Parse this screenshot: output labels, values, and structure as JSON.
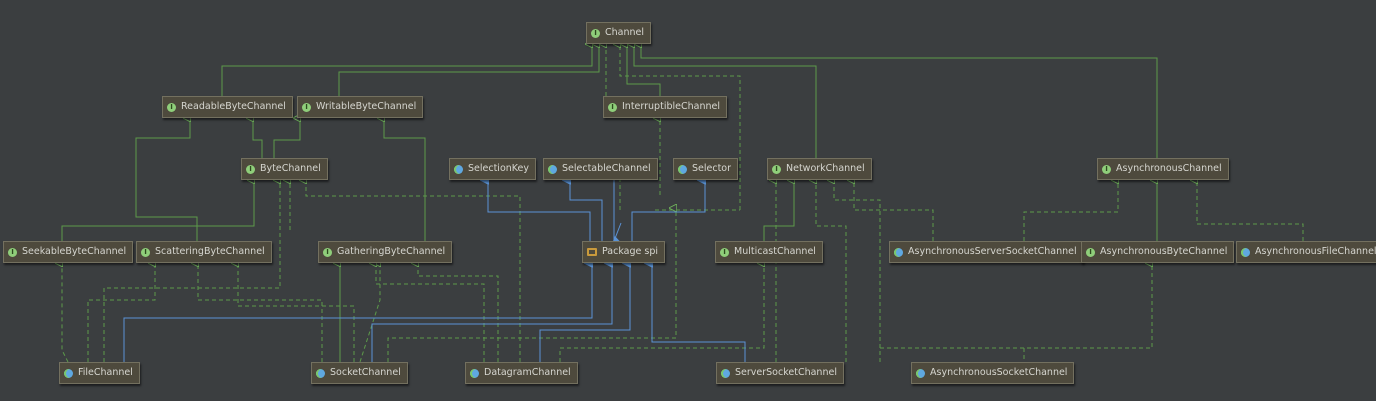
{
  "nodes": {
    "channel": {
      "label": "Channel",
      "kind": "interface"
    },
    "readable_byte_channel": {
      "label": "ReadableByteChannel",
      "kind": "interface"
    },
    "writable_byte_channel": {
      "label": "WritableByteChannel",
      "kind": "interface"
    },
    "interruptible_channel": {
      "label": "InterruptibleChannel",
      "kind": "interface"
    },
    "byte_channel": {
      "label": "ByteChannel",
      "kind": "interface"
    },
    "selection_key": {
      "label": "SelectionKey",
      "kind": "class"
    },
    "selectable_channel": {
      "label": "SelectableChannel",
      "kind": "class"
    },
    "selector": {
      "label": "Selector",
      "kind": "class"
    },
    "network_channel": {
      "label": "NetworkChannel",
      "kind": "interface"
    },
    "asynchronous_channel": {
      "label": "AsynchronousChannel",
      "kind": "interface"
    },
    "seekable_byte_channel": {
      "label": "SeekableByteChannel",
      "kind": "interface"
    },
    "scattering_byte_channel": {
      "label": "ScatteringByteChannel",
      "kind": "interface"
    },
    "gathering_byte_channel": {
      "label": "GatheringByteChannel",
      "kind": "interface"
    },
    "package_spi": {
      "label": "Package spi",
      "kind": "package"
    },
    "multicast_channel": {
      "label": "MulticastChannel",
      "kind": "interface"
    },
    "asynchronous_server_socket_channel": {
      "label": "AsynchronousServerSocketChannel",
      "kind": "class"
    },
    "asynchronous_byte_channel": {
      "label": "AsynchronousByteChannel",
      "kind": "interface"
    },
    "asynchronous_file_channel": {
      "label": "AsynchronousFileChannel",
      "kind": "class"
    },
    "file_channel": {
      "label": "FileChannel",
      "kind": "class"
    },
    "socket_channel": {
      "label": "SocketChannel",
      "kind": "class"
    },
    "datagram_channel": {
      "label": "DatagramChannel",
      "kind": "class"
    },
    "server_socket_channel": {
      "label": "ServerSocketChannel",
      "kind": "class"
    },
    "asynchronous_socket_channel": {
      "label": "AsynchronousSocketChannel",
      "kind": "class"
    }
  },
  "colors": {
    "background": "#3b3e40",
    "extends_edge": "#5c9a4a",
    "implements_edge": "#5c9a4a",
    "package_edge": "#5b93d6",
    "node_fill": "#4e4a3d",
    "node_border": "#73705f",
    "node_text": "#d6d6d0",
    "interface_badge": "#8fce7a",
    "class_badge": "#5fa8e0",
    "package_badge": "#c99a3c"
  },
  "badges": {
    "interface": "I",
    "class": "",
    "package": ""
  }
}
